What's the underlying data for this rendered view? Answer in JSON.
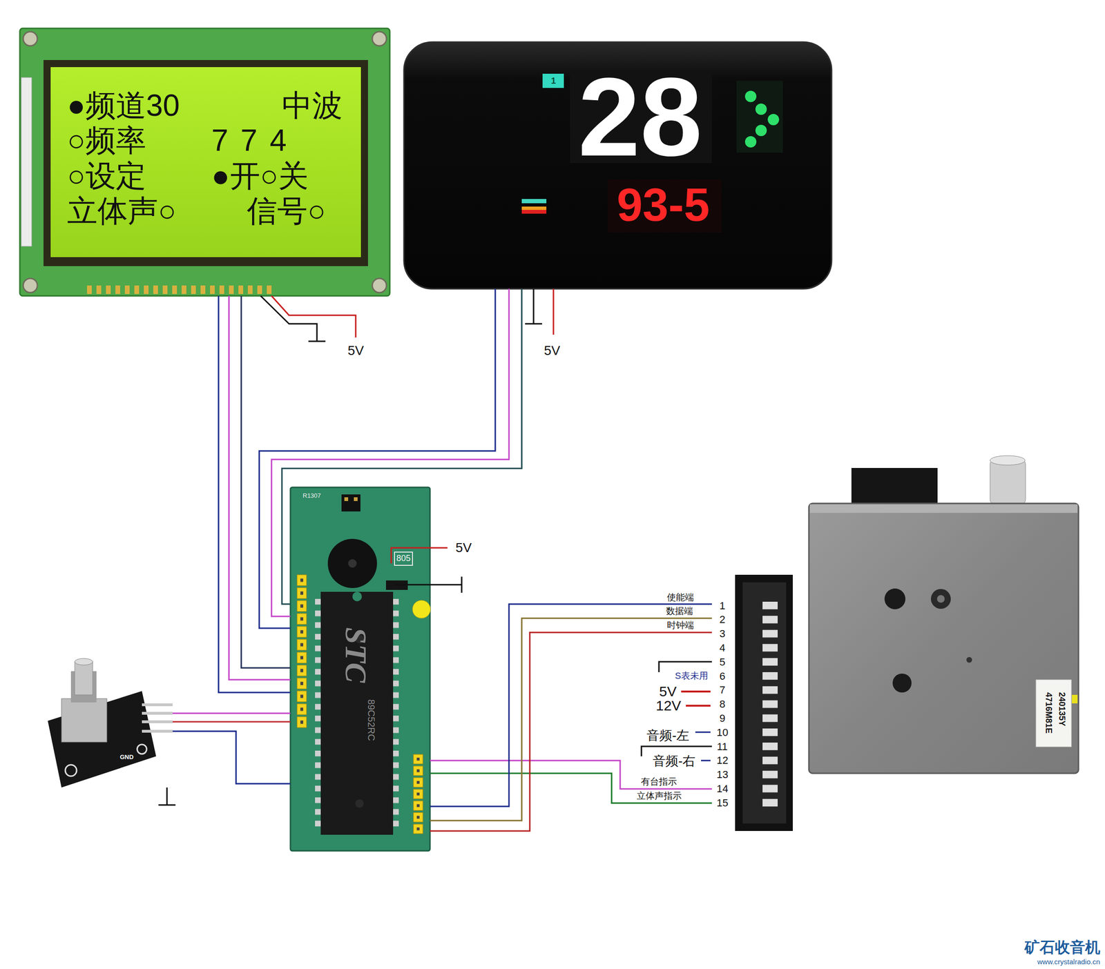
{
  "diagram": {
    "nodes": [
      {
        "text": [
          "●频道30",
          "中波",
          "○频率",
          "774",
          "○设定",
          "●开○关",
          "立体声○",
          "信号○"
        ]
      },
      {
        "text": [
          "1",
          "28",
          "93-5"
        ]
      },
      {
        "text": [
          "R1307",
          "805",
          "STC",
          "89C52RC"
        ]
      },
      {
        "text": [
          "GND"
        ]
      },
      {
        "text": [
          "1",
          "2",
          "3",
          "4",
          "5",
          "6",
          "7",
          "8",
          "9",
          "10",
          "11",
          "12",
          "13",
          "14",
          "15"
        ]
      },
      {
        "text": [
          "240135Y",
          "4716M81E"
        ]
      }
    ],
    "edges": [
      {
        "from": 0,
        "to": 2,
        "arrow": "none"
      },
      {
        "from": 0,
        "to": 2,
        "arrow": "none"
      },
      {
        "from": 0,
        "to": 2,
        "arrow": "none"
      },
      {
        "from": 1,
        "to": 2,
        "arrow": "none"
      },
      {
        "from": 1,
        "to": 2,
        "arrow": "none"
      },
      {
        "from": 1,
        "to": 2,
        "arrow": "none"
      },
      {
        "from": 3,
        "to": 2,
        "arrow": "none"
      },
      {
        "from": 3,
        "to": 2,
        "arrow": "none"
      },
      {
        "from": 3,
        "to": 2,
        "arrow": "none"
      },
      {
        "from": 2,
        "to": 4,
        "arrow": "none"
      },
      {
        "from": 2,
        "to": 4,
        "arrow": "none"
      },
      {
        "from": 2,
        "to": 4,
        "arrow": "none"
      },
      {
        "from": 2,
        "to": 4,
        "arrow": "none"
      },
      {
        "from": 2,
        "to": 4,
        "arrow": "none"
      }
    ],
    "labels": [
      "5V",
      "5V",
      "5V",
      "使能端",
      "数据端",
      "时钟端",
      "S表未用",
      "5V",
      "12V",
      "音频-左",
      "音频-右",
      "有台指示",
      "立体声指示",
      "矿石收音机",
      "www.crystalradio.cn"
    ]
  }
}
